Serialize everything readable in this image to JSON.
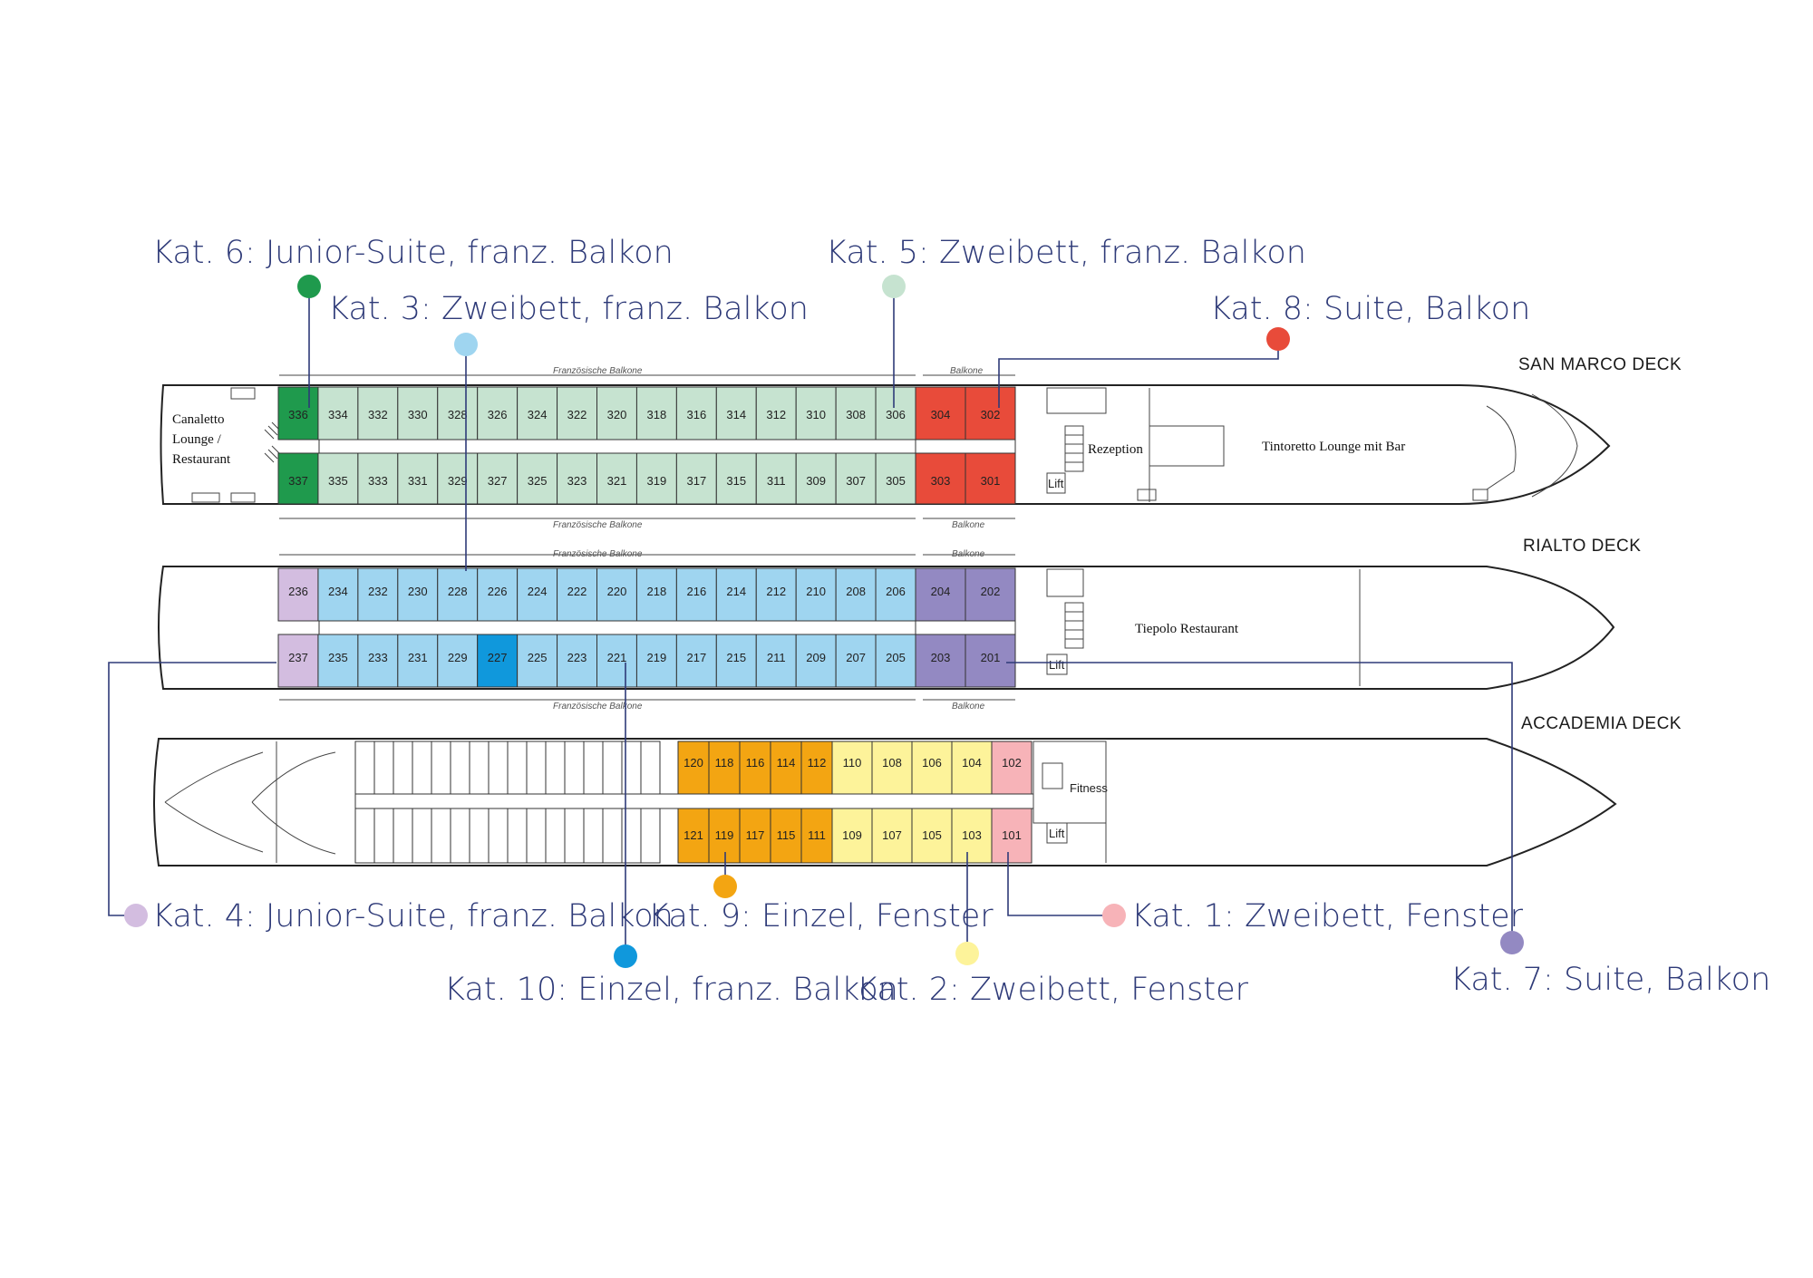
{
  "colors": {
    "kat1": "#f7b3b8",
    "kat2": "#fdf39a",
    "kat3": "#9fd5f0",
    "kat4": "#d3bde0",
    "kat5": "#c6e3d0",
    "kat6": "#1f9a4d",
    "kat7": "#9389c2",
    "kat8": "#e84b3a",
    "kat9": "#f3a512",
    "kat10": "#1098dc",
    "legend_text": "#2e3a78",
    "plain": "#ffffff"
  },
  "legend": {
    "kat1": "Kat. 1: Zweibett, Fenster",
    "kat2": "Kat. 2: Zweibett, Fenster",
    "kat3": "Kat. 3: Zweibett, franz. Balkon",
    "kat4": "Kat. 4: Junior-Suite, franz. Balkon",
    "kat5": "Kat. 5: Zweibett, franz. Balkon",
    "kat6": "Kat. 6: Junior-Suite, franz. Balkon",
    "kat7": "Kat. 7: Suite, Balkon",
    "kat8": "Kat. 8: Suite, Balkon",
    "kat9": "Kat. 9: Einzel, Fenster",
    "kat10": "Kat. 10: Einzel, franz. Balkon"
  },
  "decks": {
    "san_marco": {
      "name": "SAN MARCO DECK",
      "lounge_lines": [
        "Canaletto",
        "Lounge /",
        "Restaurant"
      ],
      "rezeption": "Rezeption",
      "tintoretto": "Tintoretto Lounge mit Bar",
      "lift": "Lift",
      "label_french_top": "Französische Balkone",
      "label_balkone_top": "Balkone",
      "label_french_bottom": "Französische Balkone",
      "label_balkone_bottom": "Balkone",
      "top_rooms": [
        {
          "n": "336",
          "cat": "kat6"
        },
        {
          "n": "334",
          "cat": "kat5"
        },
        {
          "n": "332",
          "cat": "kat5"
        },
        {
          "n": "330",
          "cat": "kat5"
        },
        {
          "n": "328",
          "cat": "kat5"
        },
        {
          "n": "326",
          "cat": "kat5"
        },
        {
          "n": "324",
          "cat": "kat5"
        },
        {
          "n": "322",
          "cat": "kat5"
        },
        {
          "n": "320",
          "cat": "kat5"
        },
        {
          "n": "318",
          "cat": "kat5"
        },
        {
          "n": "316",
          "cat": "kat5"
        },
        {
          "n": "314",
          "cat": "kat5"
        },
        {
          "n": "312",
          "cat": "kat5"
        },
        {
          "n": "310",
          "cat": "kat5"
        },
        {
          "n": "308",
          "cat": "kat5"
        },
        {
          "n": "306",
          "cat": "kat5"
        },
        {
          "n": "304",
          "cat": "kat8"
        },
        {
          "n": "302",
          "cat": "kat8"
        }
      ],
      "bottom_rooms": [
        {
          "n": "337",
          "cat": "kat6"
        },
        {
          "n": "335",
          "cat": "kat5"
        },
        {
          "n": "333",
          "cat": "kat5"
        },
        {
          "n": "331",
          "cat": "kat5"
        },
        {
          "n": "329",
          "cat": "kat5"
        },
        {
          "n": "327",
          "cat": "kat5"
        },
        {
          "n": "325",
          "cat": "kat5"
        },
        {
          "n": "323",
          "cat": "kat5"
        },
        {
          "n": "321",
          "cat": "kat5"
        },
        {
          "n": "319",
          "cat": "kat5"
        },
        {
          "n": "317",
          "cat": "kat5"
        },
        {
          "n": "315",
          "cat": "kat5"
        },
        {
          "n": "311",
          "cat": "kat5"
        },
        {
          "n": "309",
          "cat": "kat5"
        },
        {
          "n": "307",
          "cat": "kat5"
        },
        {
          "n": "305",
          "cat": "kat5"
        },
        {
          "n": "303",
          "cat": "kat8"
        },
        {
          "n": "301",
          "cat": "kat8"
        }
      ]
    },
    "rialto": {
      "name": "RIALTO DECK",
      "tiepolo": "Tiepolo Restaurant",
      "lift": "Lift",
      "label_french_top": "Französische Balkone",
      "label_balkone_top": "Balkone",
      "label_french_bottom": "Französische Balkone",
      "label_balkone_bottom": "Balkone",
      "top_rooms": [
        {
          "n": "236",
          "cat": "kat4"
        },
        {
          "n": "234",
          "cat": "kat3"
        },
        {
          "n": "232",
          "cat": "kat3"
        },
        {
          "n": "230",
          "cat": "kat3"
        },
        {
          "n": "228",
          "cat": "kat3"
        },
        {
          "n": "226",
          "cat": "kat3"
        },
        {
          "n": "224",
          "cat": "kat3"
        },
        {
          "n": "222",
          "cat": "kat3"
        },
        {
          "n": "220",
          "cat": "kat3"
        },
        {
          "n": "218",
          "cat": "kat3"
        },
        {
          "n": "216",
          "cat": "kat3"
        },
        {
          "n": "214",
          "cat": "kat3"
        },
        {
          "n": "212",
          "cat": "kat3"
        },
        {
          "n": "210",
          "cat": "kat3"
        },
        {
          "n": "208",
          "cat": "kat3"
        },
        {
          "n": "206",
          "cat": "kat3"
        },
        {
          "n": "204",
          "cat": "kat7"
        },
        {
          "n": "202",
          "cat": "kat7"
        }
      ],
      "bottom_rooms": [
        {
          "n": "237",
          "cat": "kat4"
        },
        {
          "n": "235",
          "cat": "kat3"
        },
        {
          "n": "233",
          "cat": "kat3"
        },
        {
          "n": "231",
          "cat": "kat3"
        },
        {
          "n": "229",
          "cat": "kat3"
        },
        {
          "n": "227",
          "cat": "kat10"
        },
        {
          "n": "225",
          "cat": "kat3"
        },
        {
          "n": "223",
          "cat": "kat3"
        },
        {
          "n": "221",
          "cat": "kat3"
        },
        {
          "n": "219",
          "cat": "kat3"
        },
        {
          "n": "217",
          "cat": "kat3"
        },
        {
          "n": "215",
          "cat": "kat3"
        },
        {
          "n": "211",
          "cat": "kat3"
        },
        {
          "n": "209",
          "cat": "kat3"
        },
        {
          "n": "207",
          "cat": "kat3"
        },
        {
          "n": "205",
          "cat": "kat3"
        },
        {
          "n": "203",
          "cat": "kat7"
        },
        {
          "n": "201",
          "cat": "kat7"
        }
      ]
    },
    "accademia": {
      "name": "ACCADEMIA DECK",
      "fitness": "Fitness",
      "lift": "Lift",
      "top_rooms": [
        {
          "n": "120",
          "cat": "kat9"
        },
        {
          "n": "118",
          "cat": "kat9"
        },
        {
          "n": "116",
          "cat": "kat9"
        },
        {
          "n": "114",
          "cat": "kat9"
        },
        {
          "n": "112",
          "cat": "kat9"
        },
        {
          "n": "110",
          "cat": "kat2"
        },
        {
          "n": "108",
          "cat": "kat2"
        },
        {
          "n": "106",
          "cat": "kat2"
        },
        {
          "n": "104",
          "cat": "kat2"
        },
        {
          "n": "102",
          "cat": "kat1"
        }
      ],
      "bottom_rooms": [
        {
          "n": "121",
          "cat": "kat9"
        },
        {
          "n": "119",
          "cat": "kat9"
        },
        {
          "n": "117",
          "cat": "kat9"
        },
        {
          "n": "115",
          "cat": "kat9"
        },
        {
          "n": "111",
          "cat": "kat9"
        },
        {
          "n": "109",
          "cat": "kat2"
        },
        {
          "n": "107",
          "cat": "kat2"
        },
        {
          "n": "105",
          "cat": "kat2"
        },
        {
          "n": "103",
          "cat": "kat2"
        },
        {
          "n": "101",
          "cat": "kat1"
        }
      ]
    }
  }
}
